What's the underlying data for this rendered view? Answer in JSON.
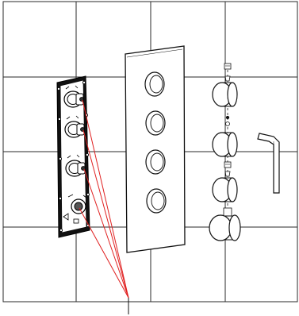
{
  "diagram": {
    "kind": "exploded-view installation drawing",
    "parts": [
      "wall-tile-grid",
      "valve-body-plate",
      "cover-plate",
      "control-knobs",
      "hex-key",
      "leader-lines"
    ],
    "valve_control_count": 3,
    "diverter_count": 1,
    "cover_opening_count": 4,
    "knob_count": 4,
    "colors": {
      "line": "#1a1a1a",
      "grid": "#2a2a2a",
      "leader": "#e02020",
      "background": "#ffffff"
    }
  }
}
